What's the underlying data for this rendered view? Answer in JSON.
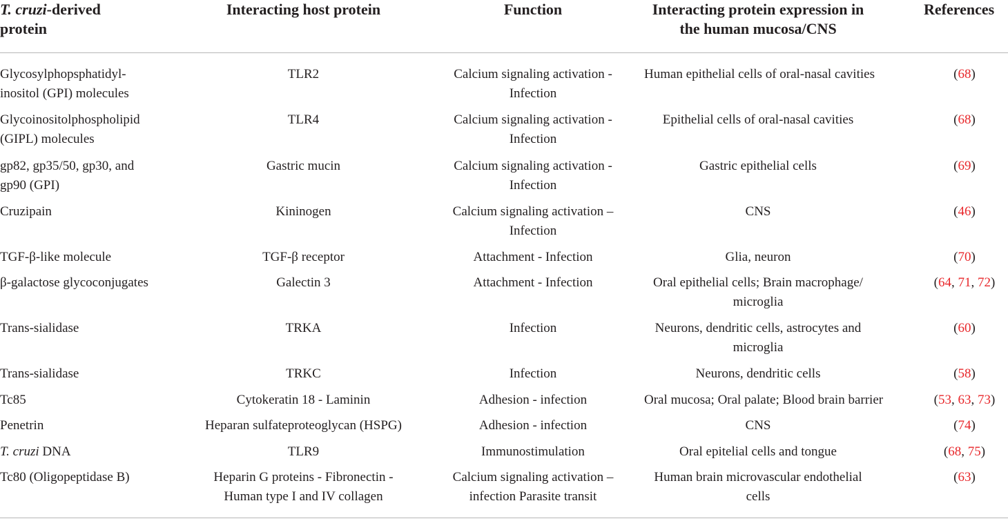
{
  "headers": {
    "col1_italic": "T. cruzi",
    "col1_rest": "-derived",
    "col1_line2": "protein",
    "col2": "Interacting host protein",
    "col3": "Function",
    "col4_line1": "Interacting protein expression in",
    "col4_line2": "the human mucosa/CNS",
    "col5": "References"
  },
  "rows": [
    {
      "p1": "Glycosylphopsphatidyl-",
      "p2": "inositol (GPI) molecules",
      "host": "TLR2",
      "f1": "Calcium signaling activation -",
      "f2": "Infection",
      "e1": "Human epithelial cells of oral-nasal cavities",
      "e2": "",
      "refs": [
        "68"
      ]
    },
    {
      "p1": "Glycoinositolphospholipid",
      "p2": "(GIPL) molecules",
      "host": "TLR4",
      "f1": "Calcium signaling activation -",
      "f2": "Infection",
      "e1": "Epithelial cells of oral-nasal cavities",
      "e2": "",
      "refs": [
        "68"
      ]
    },
    {
      "p1": "gp82, gp35/50, gp30, and",
      "p2": "gp90 (GPI)",
      "host": "Gastric mucin",
      "f1": "Calcium signaling activation -",
      "f2": "Infection",
      "e1": "Gastric epithelial cells",
      "e2": "",
      "refs": [
        "69"
      ]
    },
    {
      "p1": "Cruzipain",
      "p2": "",
      "host": "Kininogen",
      "f1": "Calcium signaling activation –",
      "f2": "Infection",
      "e1": "CNS",
      "e2": "",
      "refs": [
        "46"
      ]
    },
    {
      "p1": "TGF-β-like molecule",
      "p2": "",
      "host": "TGF-β receptor",
      "f1": "Attachment - Infection",
      "f2": "",
      "e1": "Glia, neuron",
      "e2": "",
      "refs": [
        "70"
      ]
    },
    {
      "p1": "β-galactose glycoconjugates",
      "p2": "",
      "host": "Galectin 3",
      "f1": "Attachment - Infection",
      "f2": "",
      "e1": "Oral epithelial cells; Brain macrophage/",
      "e2": "microglia",
      "refs": [
        "64",
        "71",
        "72"
      ]
    },
    {
      "p1": "Trans-sialidase",
      "p2": "",
      "host": "TRKA",
      "f1": "Infection",
      "f2": "",
      "e1": "Neurons, dendritic cells, astrocytes and",
      "e2": "microglia",
      "refs": [
        "60"
      ]
    },
    {
      "p1": "Trans-sialidase",
      "p2": "",
      "host": "TRKC",
      "f1": "Infection",
      "f2": "",
      "e1": "Neurons, dendritic cells",
      "e2": "",
      "refs": [
        "58"
      ]
    },
    {
      "p1": "Tc85",
      "p2": "",
      "host": "Cytokeratin 18 - Laminin",
      "f1": "Adhesion - infection",
      "f2": "",
      "e1": "Oral mucosa; Oral palate; Blood brain barrier",
      "e2": "",
      "refs": [
        "53",
        "63",
        "73"
      ]
    },
    {
      "p1": "Penetrin",
      "p2": "",
      "host": "Heparan sulfateproteoglycan (HSPG)",
      "f1": "Adhesion - infection",
      "f2": "",
      "e1": "CNS",
      "e2": "",
      "refs": [
        "74"
      ]
    },
    {
      "p1_italic": "T. cruzi",
      "p1": " DNA",
      "p2": "",
      "host": "TLR9",
      "f1": "Immunostimulation",
      "f2": "",
      "e1": "Oral epitelial cells and tongue",
      "e2": "",
      "refs": [
        "68",
        "75"
      ]
    },
    {
      "p1": "Tc80 (Oligopeptidase B)",
      "p2": "",
      "host": "Heparin G proteins - Fibronectin -",
      "host2": "Human type I and IV collagen",
      "f1": "Calcium signaling activation –",
      "f2": "infection Parasite transit",
      "e1": "Human brain microvascular endothelial",
      "e2": "cells",
      "refs": [
        "63"
      ]
    }
  ],
  "colors": {
    "reference": "#e8262a",
    "text": "#231f20",
    "rule": "#b5b5b5"
  }
}
